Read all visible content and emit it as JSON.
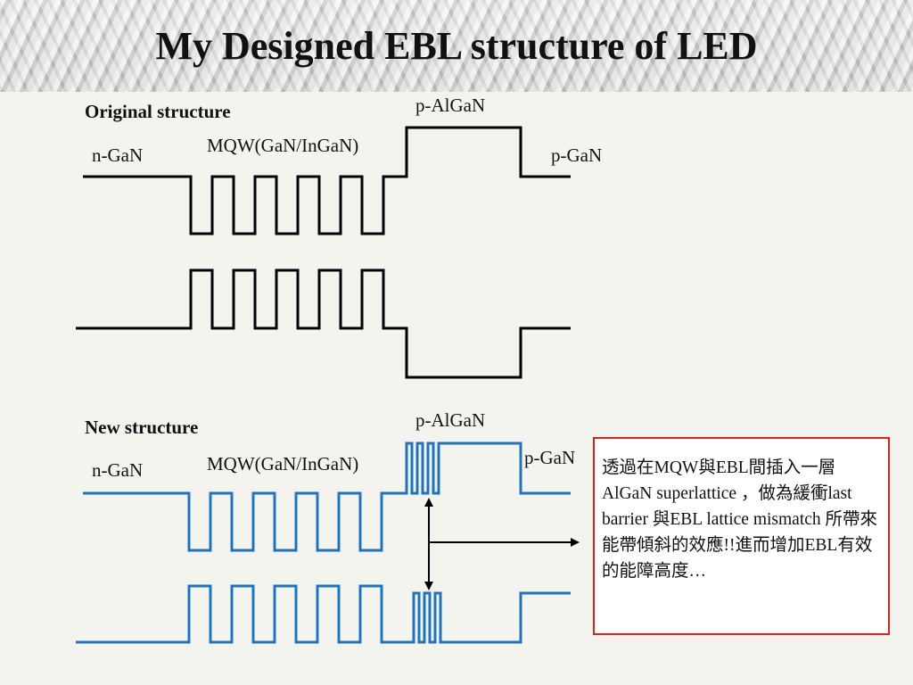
{
  "title": "My Designed EBL structure of LED",
  "original": {
    "heading": "Original structure",
    "n_label": "n-GaN",
    "mqw_label": "MQW(GaN/InGaN)",
    "ebl_label": "p-AlGaN",
    "p_label": "p-GaN"
  },
  "new": {
    "heading": "New structure",
    "n_label": "n-GaN",
    "mqw_label": "MQW(GaN/InGaN)",
    "ebl_label": "p-AlGaN",
    "p_label": "p-GaN"
  },
  "note": {
    "text": "透過在MQW與EBL間插入一層AlGaN superlattice ，做為緩衝last barrier 與EBL lattice mismatch 所帶來能帶傾斜的效應!!進而增加EBL有效的能障高度…"
  },
  "colors": {
    "original_band": "#000000",
    "new_band": "#1f73bf",
    "note_border": "#e02020"
  }
}
